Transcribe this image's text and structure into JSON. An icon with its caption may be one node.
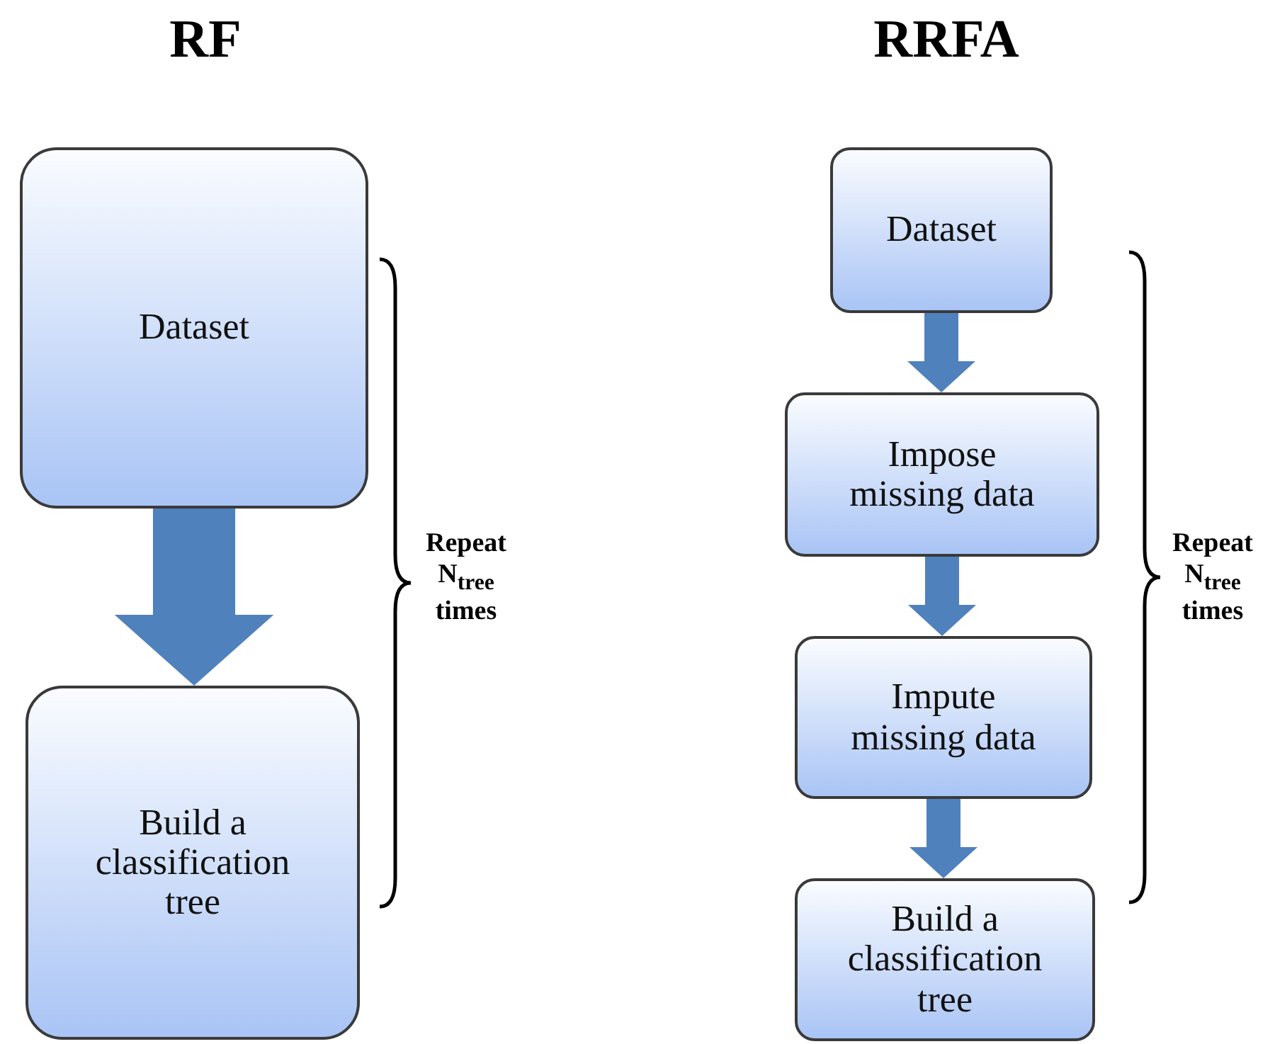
{
  "diagram": {
    "nodes": [
      {
        "text": [
          "Dataset"
        ]
      },
      {
        "text": [
          "Build a classification tree"
        ]
      },
      {
        "text": [
          "Dataset"
        ]
      },
      {
        "text": [
          "Impose missing data"
        ]
      },
      {
        "text": [
          "Impute missing data"
        ]
      },
      {
        "text": [
          "Build a classification tree"
        ]
      }
    ],
    "edges": [
      {
        "from": 0,
        "to": 1,
        "arrow": "to",
        "style": "thick"
      },
      {
        "from": 2,
        "to": 3,
        "arrow": "to"
      },
      {
        "from": 3,
        "to": 4,
        "arrow": "to"
      },
      {
        "from": 4,
        "to": 5,
        "arrow": "to"
      }
    ],
    "labels": [
      "RF",
      "RRFA",
      "Repeat N$_{tree}$ times",
      "Repeat N$_{tree}$ times"
    ]
  }
}
